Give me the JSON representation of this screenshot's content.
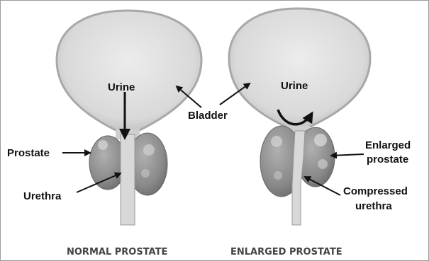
{
  "left_panel": {
    "urine_label": "Urine",
    "prostate_label": "Prostate",
    "urethra_label": "Urethra",
    "caption": "NORMAL PROSTATE"
  },
  "center": {
    "bladder_label": "Bladder"
  },
  "right_panel": {
    "urine_label": "Urine",
    "enlarged_prostate_label_line1": "Enlarged",
    "enlarged_prostate_label_line2": "prostate",
    "compressed_urethra_label_line1": "Compressed",
    "compressed_urethra_label_line2": "urethra",
    "caption": "ENLARGED PROSTATE"
  },
  "colors": {
    "bladder_fill": "#dcdcdc",
    "bladder_wall": "#bdbdbd",
    "prostate_fill": "#8a8a8a",
    "urethra_fill": "#d6d6d6",
    "arrow": "#111111"
  }
}
